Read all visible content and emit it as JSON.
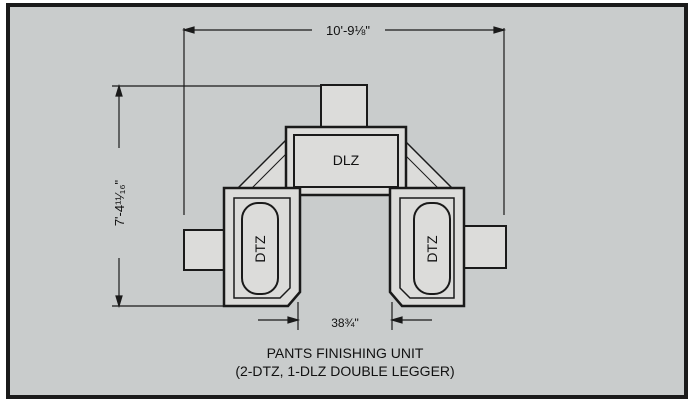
{
  "dimensions": {
    "overall_width": "10'-9⅛\"",
    "overall_height": "7'-4¹¹⁄₁₆\"",
    "inner_gap": "38¾\""
  },
  "units": {
    "top": "DLZ",
    "left": "DTZ",
    "right": "DTZ"
  },
  "caption": {
    "line1": "PANTS FINISHING UNIT",
    "line2": "(2-DTZ, 1-DLZ DOUBLE LEGGER)"
  },
  "colors": {
    "background": "#c9cccc",
    "unit_fill": "#dcdcda",
    "frame": "#1a1a1a"
  }
}
